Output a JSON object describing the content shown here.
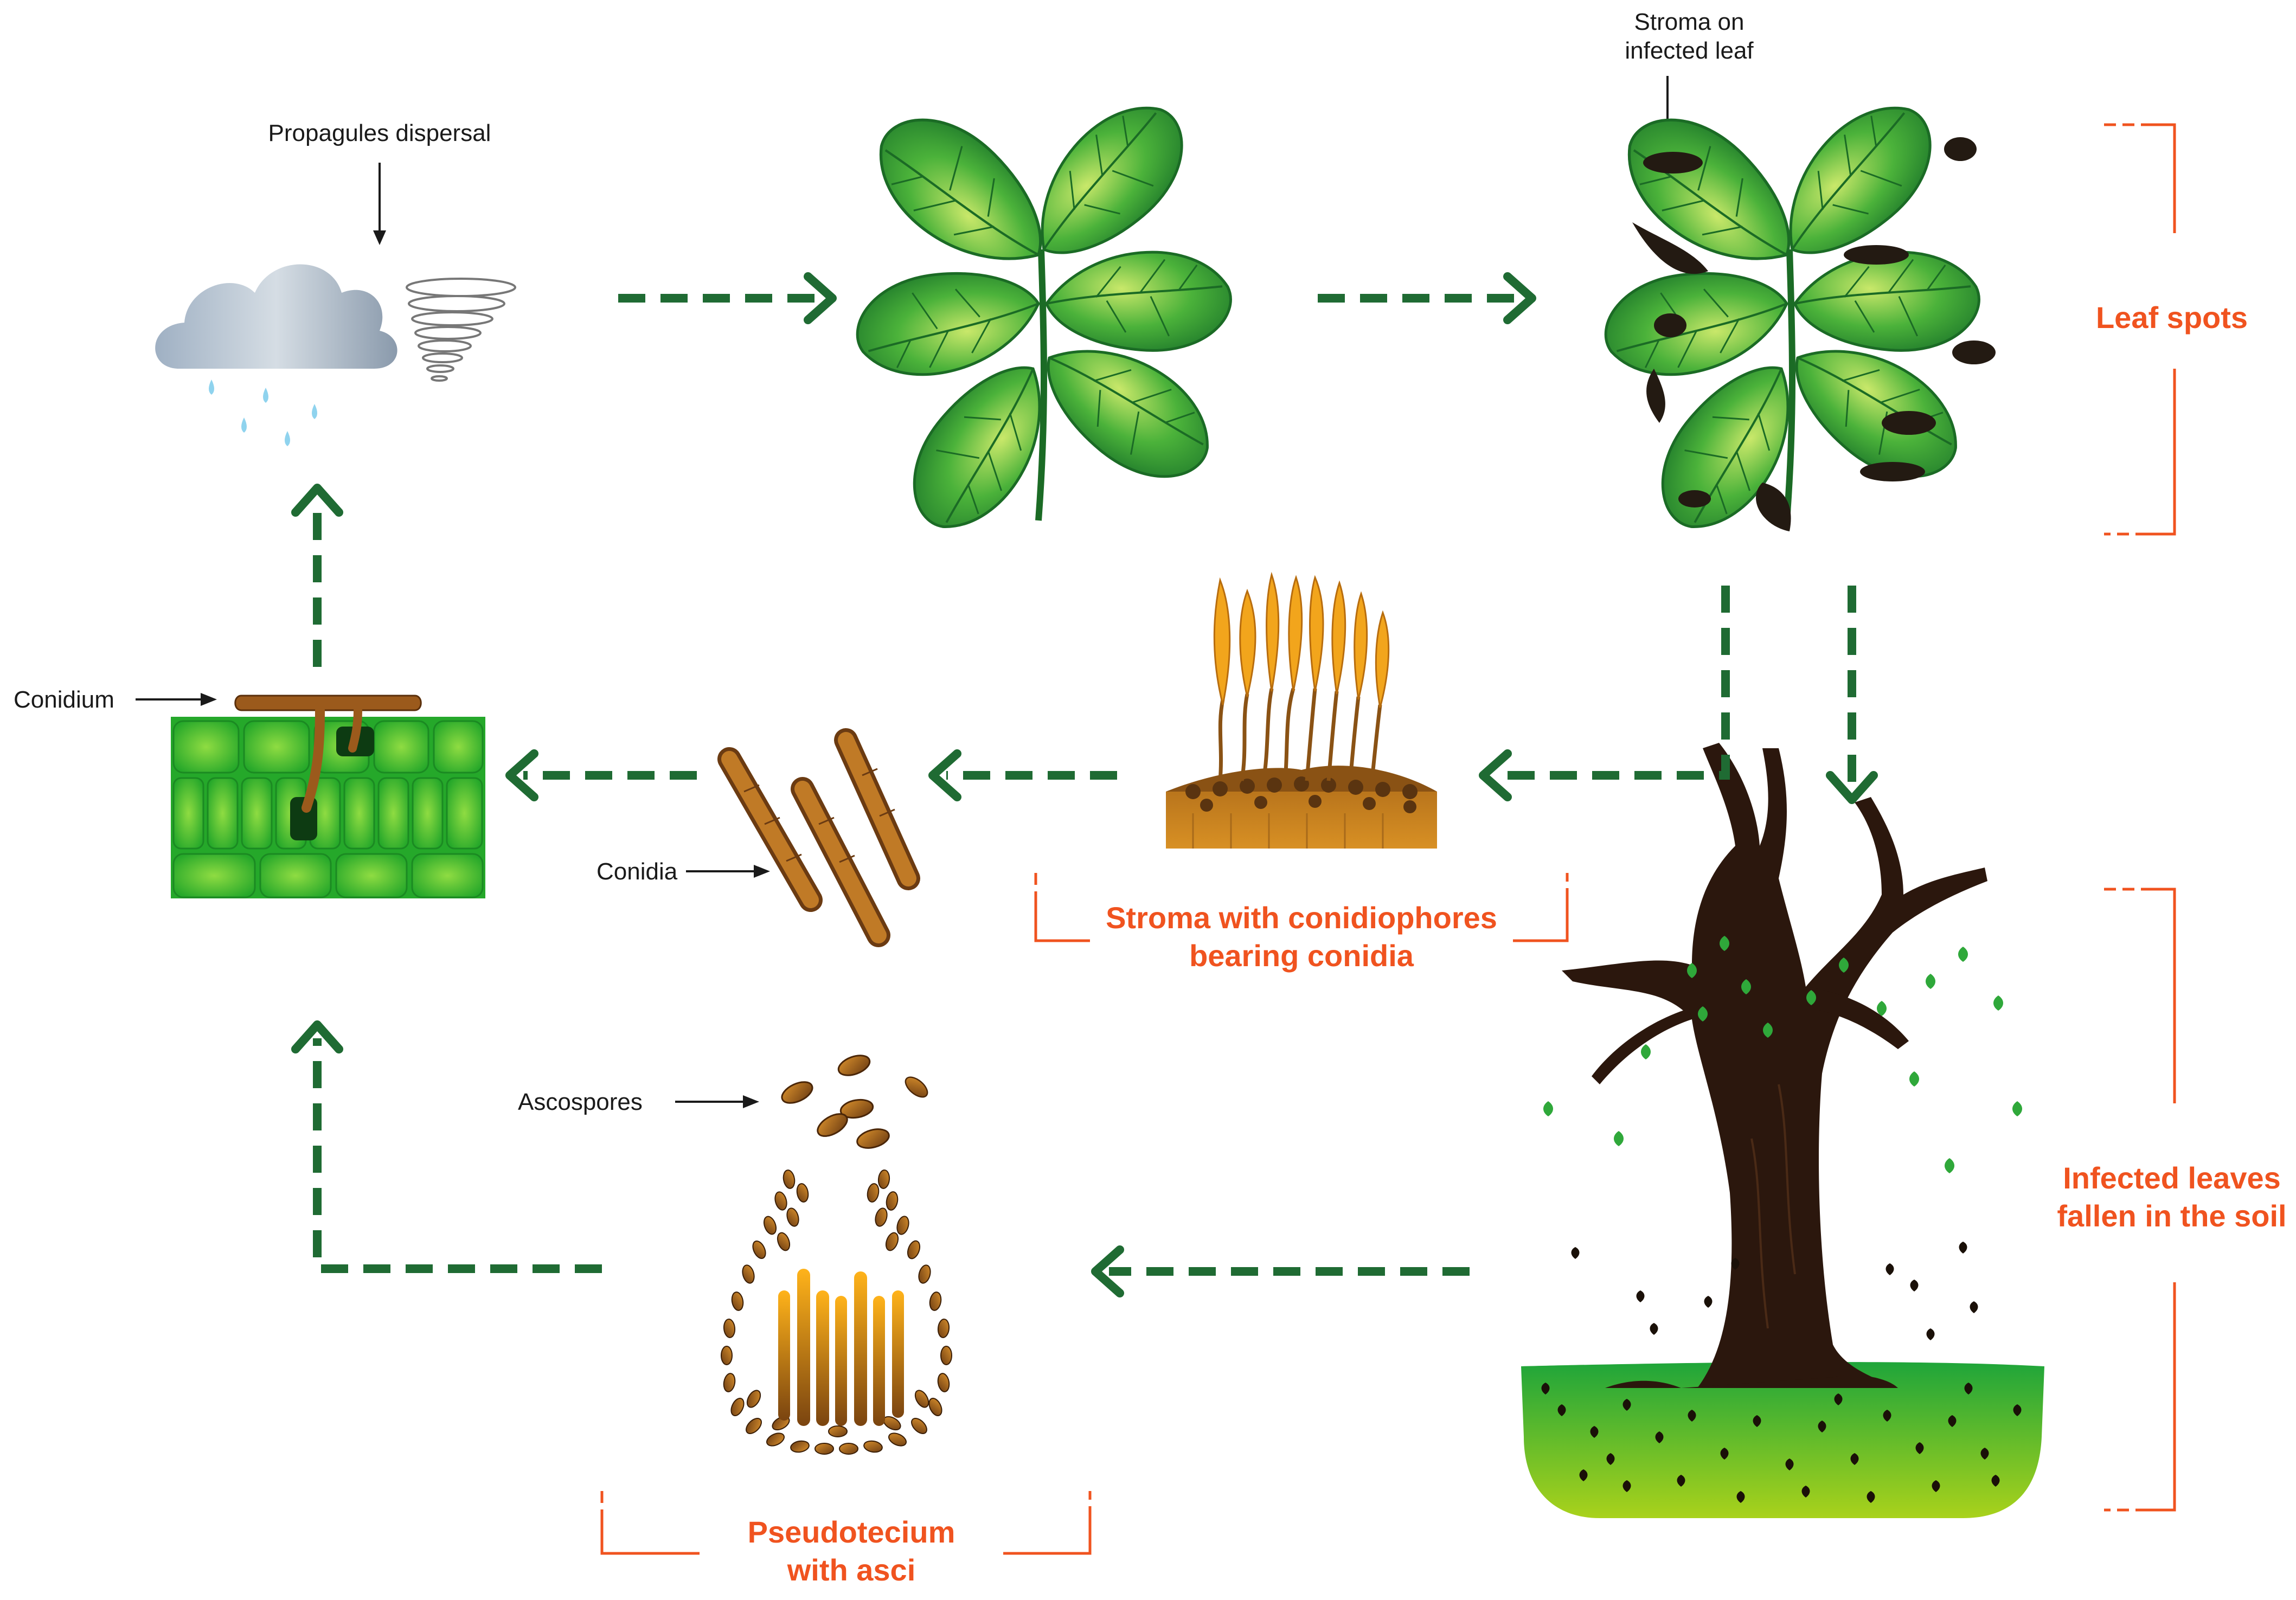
{
  "labels": {
    "propagules": "Propagules dispersal",
    "stroma_leaf_line1": "Stroma on",
    "stroma_leaf_line2": "infected leaf",
    "conidium": "Conidium",
    "conidia": "Conidia",
    "ascospores": "Ascospores"
  },
  "stages": {
    "leaf_spots": "Leaf spots",
    "stroma_conidiophores_line1": "Stroma with conidiophores",
    "stroma_conidiophores_line2": "bearing conidia",
    "infected_leaves_line1": "Infected leaves",
    "infected_leaves_line2": "fallen in the soil",
    "pseudotecium_line1": "Pseudotecium",
    "pseudotecium_line2": "with asci"
  },
  "colors": {
    "arrow": "#1f6b33",
    "stage_label": "#f0531f",
    "leaf": "#3fa535",
    "lesion": "#231a12",
    "spore": "#a86b22",
    "tree": "#2b170d"
  }
}
